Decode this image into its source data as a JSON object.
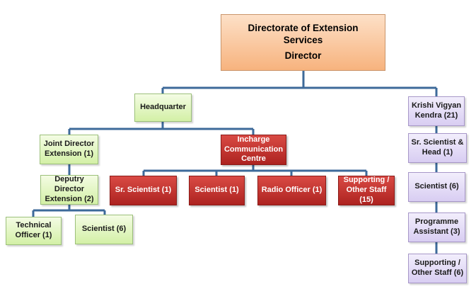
{
  "colors": {
    "connector": "#3d6a9a",
    "director_box": "#f7b37e",
    "headquarter_box": "#d3f0a6",
    "communication_box": "#ad2320",
    "kvk_box": "#d8cdf2"
  },
  "director": {
    "line1": "Directorate of Extension",
    "line2": "Services",
    "line3": "Director"
  },
  "headquarter": {
    "label": "Headquarter"
  },
  "joint_director": {
    "line1": "Joint Director",
    "line2": "Extension (1)"
  },
  "deputy_director": {
    "line1": "Deputry",
    "line2": "Director",
    "line3": "Extension (2)"
  },
  "technical_officer": {
    "line1": "Technical",
    "line2": "Officer (1)"
  },
  "hq_scientist": {
    "label": "Scientist (6)"
  },
  "communication": {
    "line1": "Incharge",
    "line2": "Communication",
    "line3": "Centre"
  },
  "cc_sr_scientist": {
    "label": "Sr. Scientist (1)"
  },
  "cc_scientist": {
    "label": "Scientist (1)"
  },
  "cc_radio_officer": {
    "label": "Radio Officer (1)"
  },
  "cc_supporting": {
    "line1": "Supporting /",
    "line2": "Other Staff",
    "line3": "(15)"
  },
  "kvk": {
    "line1": "Krishi Vigyan",
    "line2": "Kendra (21)"
  },
  "kvk_sr_scientist": {
    "line1": "Sr. Scientist &",
    "line2": "Head (1)"
  },
  "kvk_scientist": {
    "label": "Scientist (6)"
  },
  "kvk_programme": {
    "line1": "Programme",
    "line2": "Assistant (3)"
  },
  "kvk_supporting": {
    "line1": "Supporting /",
    "line2": "Other Staff (6)"
  }
}
